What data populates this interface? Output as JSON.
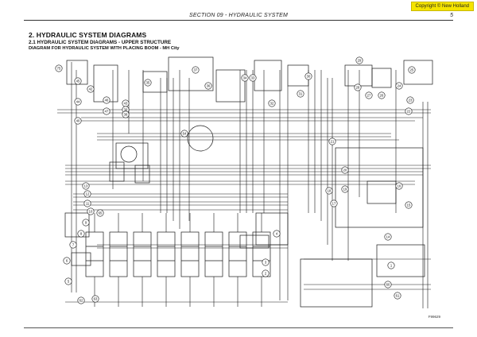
{
  "header": {
    "copyright": "Copyright © New Holland",
    "section_title": "SECTION 09 - HYDRAULIC SYSTEM",
    "page_number": "5"
  },
  "headings": {
    "main": "2.   HYDRAULIC SYSTEM DIAGRAMS",
    "sub": "2.1   HYDRAULIC SYSTEM DIAGRAMS - UPPER STRUCTURE",
    "caption": "DIAGRAM FOR HYDRAULIC SYSTEM WITH PLACING BOOM - MH City"
  },
  "diagram": {
    "drawing_ref": "F99629",
    "callouts": [
      "75",
      "45",
      "42",
      "44",
      "40",
      "46",
      "47",
      "43",
      "39",
      "38",
      "35",
      "37",
      "36",
      "34",
      "33",
      "32",
      "31",
      "30",
      "29",
      "28",
      "27",
      "26",
      "25",
      "24",
      "23",
      "22",
      "21",
      "20",
      "19",
      "18",
      "17",
      "16",
      "15",
      "14",
      "13",
      "12",
      "11",
      "10",
      "9",
      "8",
      "7",
      "6",
      "5",
      "4",
      "3",
      "2",
      "1",
      "60",
      "61",
      "62",
      "63",
      "64",
      "65"
    ]
  }
}
